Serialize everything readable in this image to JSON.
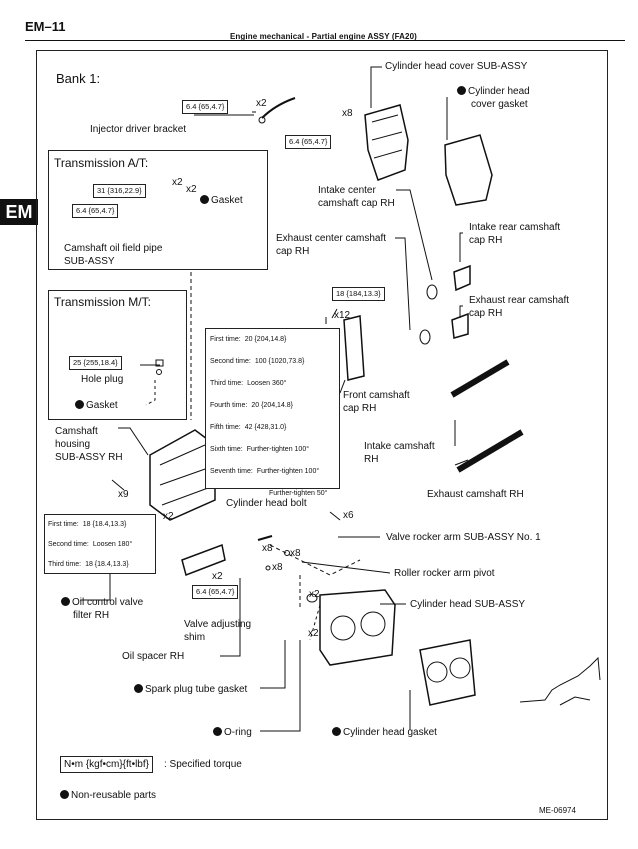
{
  "header": {
    "page_number": "EM–11",
    "section_title": "Engine mechanical  -  Partial engine ASSY (FA20)",
    "side_tab": "EM"
  },
  "bank_label": "Bank 1:",
  "transmission_at": {
    "title": "Transmission A/T:",
    "torque": "31 {316,22.9}",
    "torque2": "6.4 {65,4.7}",
    "qty1": "x2",
    "qty2": "x2",
    "gasket": "Gasket",
    "pipe_label_line1": "Camshaft oil field pipe",
    "pipe_label_line2": "SUB-ASSY"
  },
  "transmission_mt": {
    "title": "Transmission M/T:",
    "torque": "25 {255,18.4}",
    "hole_plug": "Hole plug",
    "gasket": "Gasket"
  },
  "labels": {
    "injector_bracket": "Injector driver bracket",
    "injector_torque": "6.4 {65,4.7}",
    "injector_qty": "x2",
    "cover_torque": "6.4 {65,4.7}",
    "cover_qty": "x8",
    "cyl_head_cover": "Cylinder head cover SUB-ASSY",
    "cyl_head_cover_gasket_line1": "Cylinder head",
    "cyl_head_cover_gasket_line2": "cover gasket",
    "intake_center_cap_line1": "Intake center",
    "intake_center_cap_line2": "camshaft cap RH",
    "exhaust_center_cap_line1": "Exhaust center camshaft",
    "exhaust_center_cap_line2": "cap RH",
    "intake_rear_cap_line1": "Intake rear camshaft",
    "intake_rear_cap_line2": "cap RH",
    "exhaust_rear_cap_line1": "Exhaust rear camshaft",
    "exhaust_rear_cap_line2": "cap RH",
    "front_cap_torque": "18 {184,13.3}",
    "front_cap_qty": "x12",
    "front_cap_line1": "Front camshaft",
    "front_cap_line2": "cap RH",
    "intake_camshaft_line1": "Intake camshaft",
    "intake_camshaft_line2": "RH",
    "exhaust_camshaft": "Exhaust camshaft RH",
    "cyl_head_bolt": "Cylinder head bolt",
    "housing_line1": "Camshaft",
    "housing_line2": "housing",
    "housing_line3": "SUB-ASSY RH",
    "housing_qty": "x9",
    "ocv_qty": "x2",
    "bolt_qty": "x6",
    "rocker_arm": "Valve rocker arm SUB-ASSY No. 1",
    "rocker_qty": "x8",
    "pivot_qty": "x8",
    "pivot": "Roller rocker arm pivot",
    "shim_qty": "x8",
    "head_qty": "x2",
    "head_qty2": "x2",
    "cyl_head": "Cylinder head SUB-ASSY",
    "spacer_torque": "6.4 {65,4.7}",
    "spacer_qty": "x2",
    "ocv_filter_line1": "Oil control valve",
    "ocv_filter_line2": "filter RH",
    "shim_line1": "Valve adjusting",
    "shim_line2": "shim",
    "oil_spacer": "Oil spacer RH",
    "spark_gasket": "Spark plug tube gasket",
    "o_ring": "O-ring",
    "cyl_head_gasket": "Cylinder head gasket"
  },
  "bolt_sequence": [
    {
      "step": "First time:",
      "value": "20 {204,14.8}"
    },
    {
      "step": "Second time:",
      "value": "100 {1020,73.8}"
    },
    {
      "step": "Third time:",
      "value": "Loosen 360°"
    },
    {
      "step": "Fourth time:",
      "value": "20 {204,14.8}"
    },
    {
      "step": "Fifth time:",
      "value": "42 {428,31.0}"
    },
    {
      "step": "Sixth time:",
      "value": "Further-tighten 100°"
    },
    {
      "step": "Seventh time:",
      "value": "Further-tighten 100°"
    },
    {
      "step": "",
      "value": "Further-tighten 50°"
    }
  ],
  "housing_sequence": [
    {
      "step": "First time:",
      "value": "18 {18.4,13.3}"
    },
    {
      "step": "Second time:",
      "value": "Loosen 180°"
    },
    {
      "step": "Third time:",
      "value": "18 {18.4,13.3}"
    }
  ],
  "legend": {
    "torque_unit": "N•m {kgf•cm}{ft•lbf}",
    "torque_text": ": Specified torque",
    "nonreusable": "Non-reusable parts"
  },
  "figure_id": "ME-06974",
  "colors": {
    "ink": "#111111",
    "tab_bg": "#111111"
  }
}
